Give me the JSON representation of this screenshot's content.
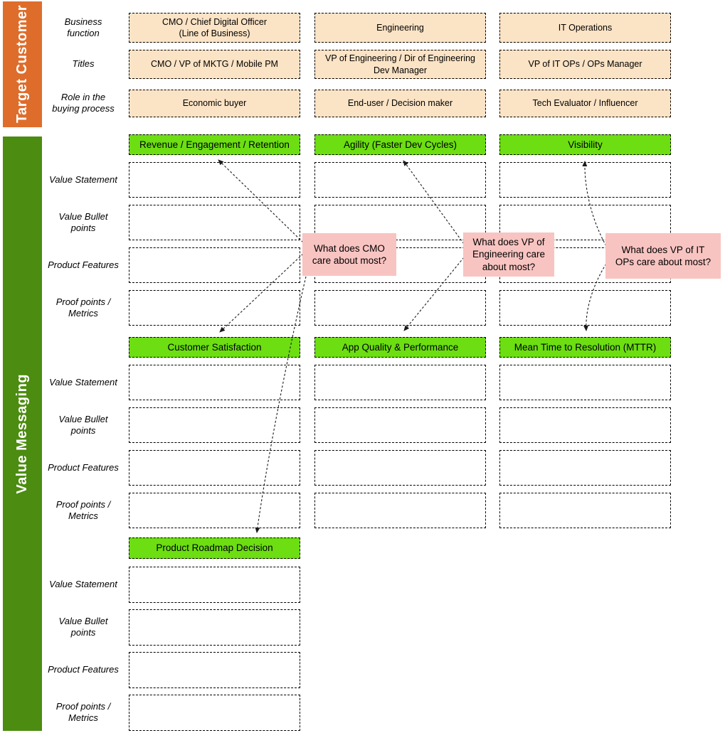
{
  "sidebar": {
    "target_customer": "Target Customer",
    "value_messaging": "Value Messaging"
  },
  "row_labels": {
    "business_function": "Business\nfunction",
    "titles": "Titles",
    "role": "Role in the\nbuying process",
    "value_statement": "Value Statement",
    "value_bullet_points": "Value Bullet\npoints",
    "product_features": "Product Features",
    "proof_points": "Proof points /\nMetrics"
  },
  "columns": [
    {
      "business_function": "CMO / Chief Digital Officer\n(Line of Business)",
      "titles": "CMO / VP of MKTG / Mobile PM",
      "role": "Economic buyer",
      "value_headers": [
        "Revenue / Engagement / Retention",
        "Customer Satisfaction",
        "Product Roadmap Decision"
      ]
    },
    {
      "business_function": "Engineering",
      "titles": "VP of Engineering / Dir of Engineering\nDev Manager",
      "role": "End-user / Decision maker",
      "value_headers": [
        "Agility (Faster Dev Cycles)",
        "App Quality & Performance"
      ]
    },
    {
      "business_function": "IT Operations",
      "titles": "VP of IT OPs / OPs Manager",
      "role": "Tech Evaluator / Influencer",
      "value_headers": [
        "Visibility",
        "Mean Time to Resolution (MTTR)"
      ]
    }
  ],
  "callouts": [
    {
      "text": "What does CMO\ncare about most?"
    },
    {
      "text": "What does VP of\nEngineering care\nabout most?"
    },
    {
      "text": "What does VP of IT\nOPs care about most?"
    }
  ],
  "colors": {
    "target_customer_bar": "#DE6D2C",
    "value_messaging_bar": "#4C8C10",
    "customer_cell_fill": "#FBE3C5",
    "value_header_fill": "#6CDE12",
    "callout_fill": "#F8C4C1",
    "line_and_border": "#1A1A1A"
  }
}
